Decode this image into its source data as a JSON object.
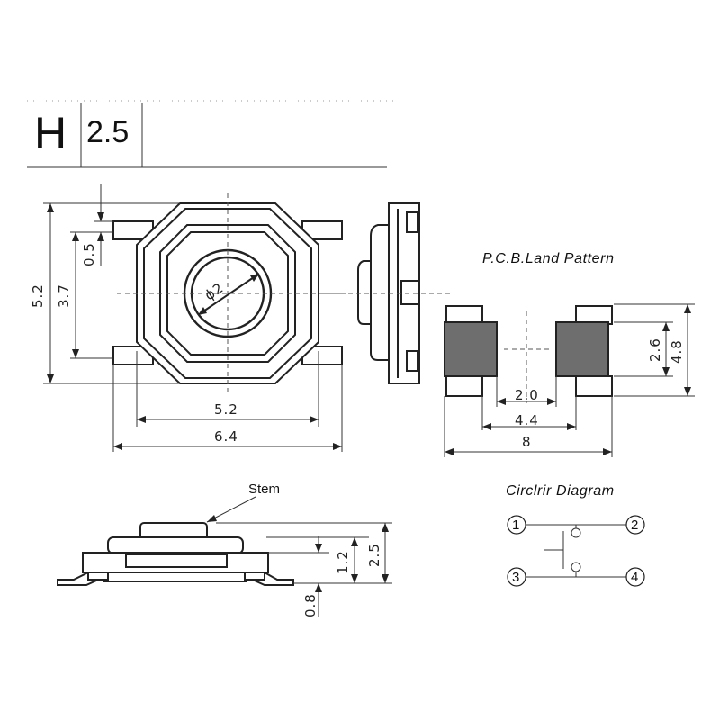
{
  "height_table": {
    "label": "H",
    "value": "2.5"
  },
  "top_view": {
    "dims": {
      "total_height": "5.2",
      "inner_height": "3.7",
      "lead_offset": "0.5",
      "body_width": "5.2",
      "total_width": "6.4",
      "button_dia": "ϕ2"
    }
  },
  "land_pattern": {
    "title": "P.C.B.Land Pattern",
    "dims": {
      "pad_gap": "2.0",
      "pad_inner_span": "4.4",
      "total_width": "8",
      "pad_height": "2.6",
      "total_height": "4.8"
    }
  },
  "side_view": {
    "stem_label": "Stem",
    "dims": {
      "base_thickness": "0.8",
      "stem_height": "1.2",
      "total_height": "2.5"
    }
  },
  "circuit": {
    "title": "Circlrir Diagram",
    "pins": [
      "1",
      "2",
      "3",
      "4"
    ]
  }
}
